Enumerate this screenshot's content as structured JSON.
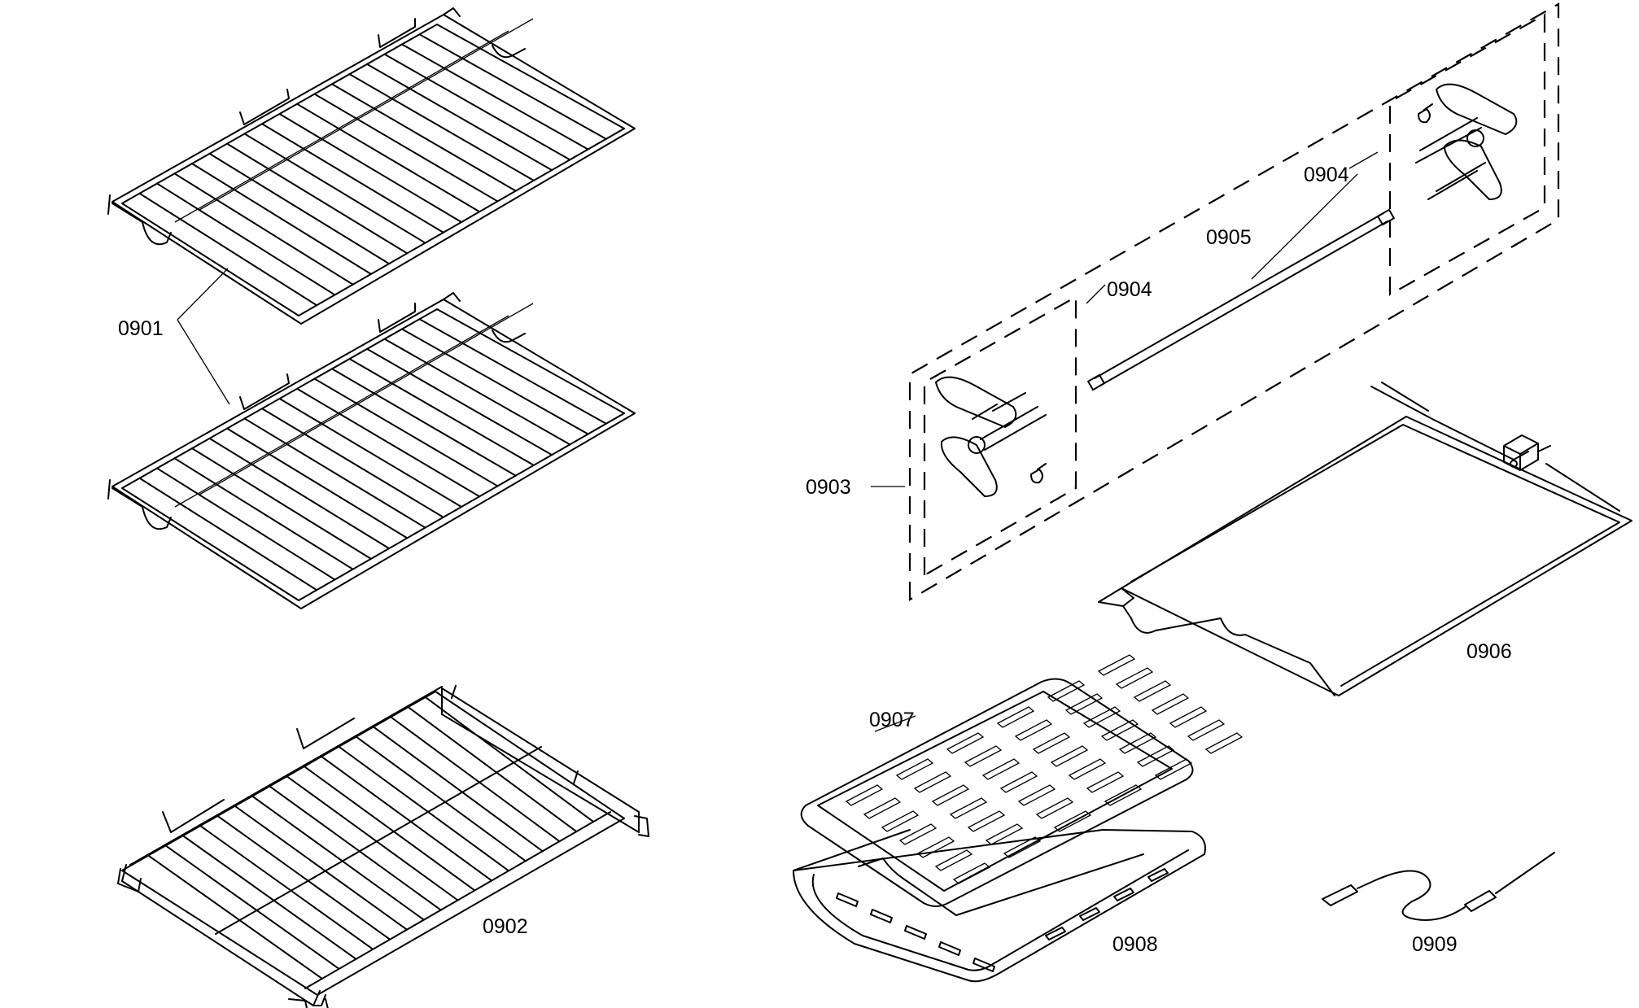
{
  "diagram": {
    "labels": {
      "p0901": "0901",
      "p0902": "0902",
      "p0903": "0903",
      "p0904a": "0904",
      "p0904b": "0904",
      "p0905": "0905",
      "p0906": "0906",
      "p0907": "0907",
      "p0908": "0908",
      "p0909": "0909"
    }
  }
}
